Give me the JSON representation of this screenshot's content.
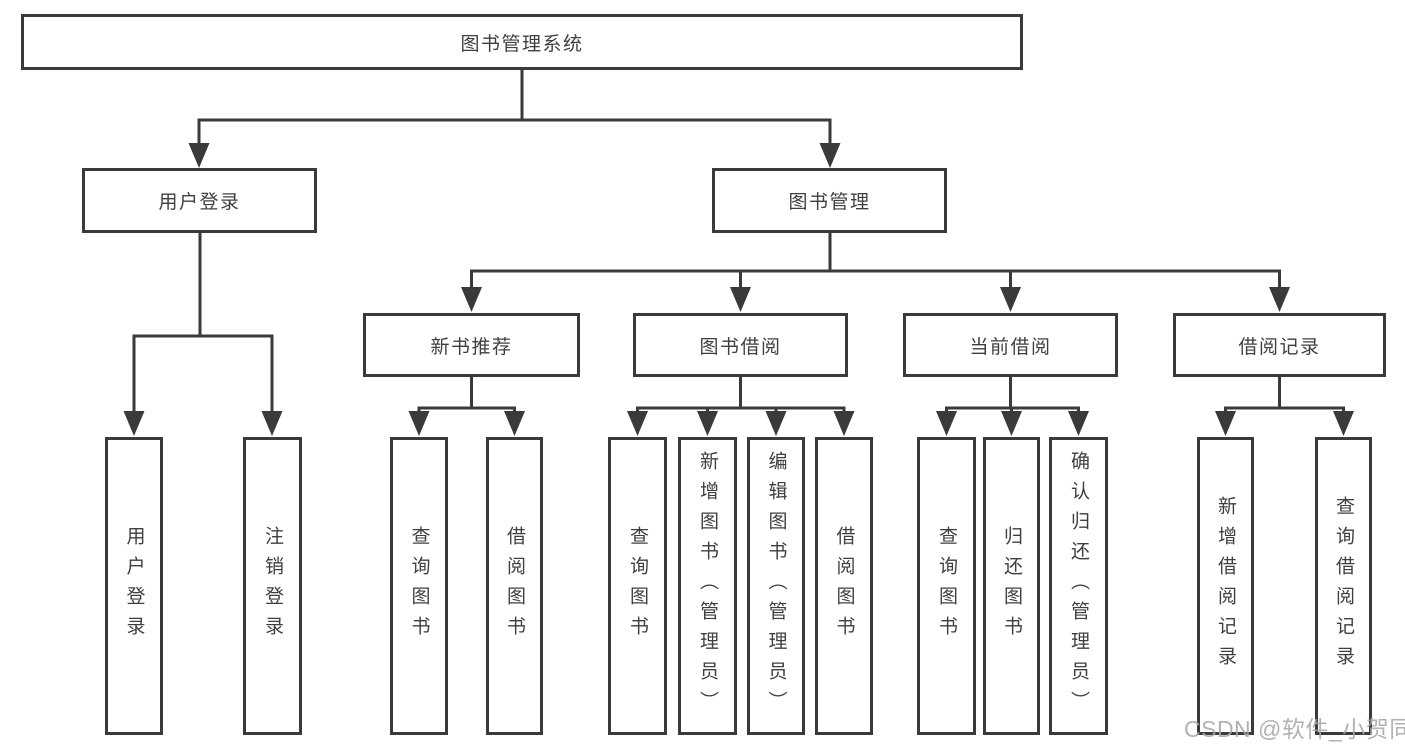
{
  "diagram_title": "图书管理系统",
  "tree": {
    "root": {
      "label": "图书管理系统"
    },
    "branches": [
      {
        "label": "用户登录",
        "children": [
          {
            "label": "用户登录"
          },
          {
            "label": "注销登录"
          }
        ]
      },
      {
        "label": "图书管理",
        "children": [
          {
            "label": "新书推荐",
            "children": [
              {
                "label": "查询图书"
              },
              {
                "label": "借阅图书"
              }
            ]
          },
          {
            "label": "图书借阅",
            "children": [
              {
                "label": "查询图书"
              },
              {
                "label": "新增图书（管理员）"
              },
              {
                "label": "编辑图书（管理员）"
              },
              {
                "label": "借阅图书"
              }
            ]
          },
          {
            "label": "当前借阅",
            "children": [
              {
                "label": "查询图书"
              },
              {
                "label": "归还图书"
              },
              {
                "label": "确认归还（管理员）"
              }
            ]
          },
          {
            "label": "借阅记录",
            "children": [
              {
                "label": "新增借阅记录"
              },
              {
                "label": "查询借阅记录"
              }
            ]
          }
        ]
      }
    ]
  },
  "watermark": "CSDN @软件_小贺同学",
  "colors": {
    "line": "#3a3a3a",
    "box_border": "#3a3a3a",
    "text": "#3f3f3f",
    "background": "#ffffff",
    "watermark": "#a8a8a8"
  }
}
